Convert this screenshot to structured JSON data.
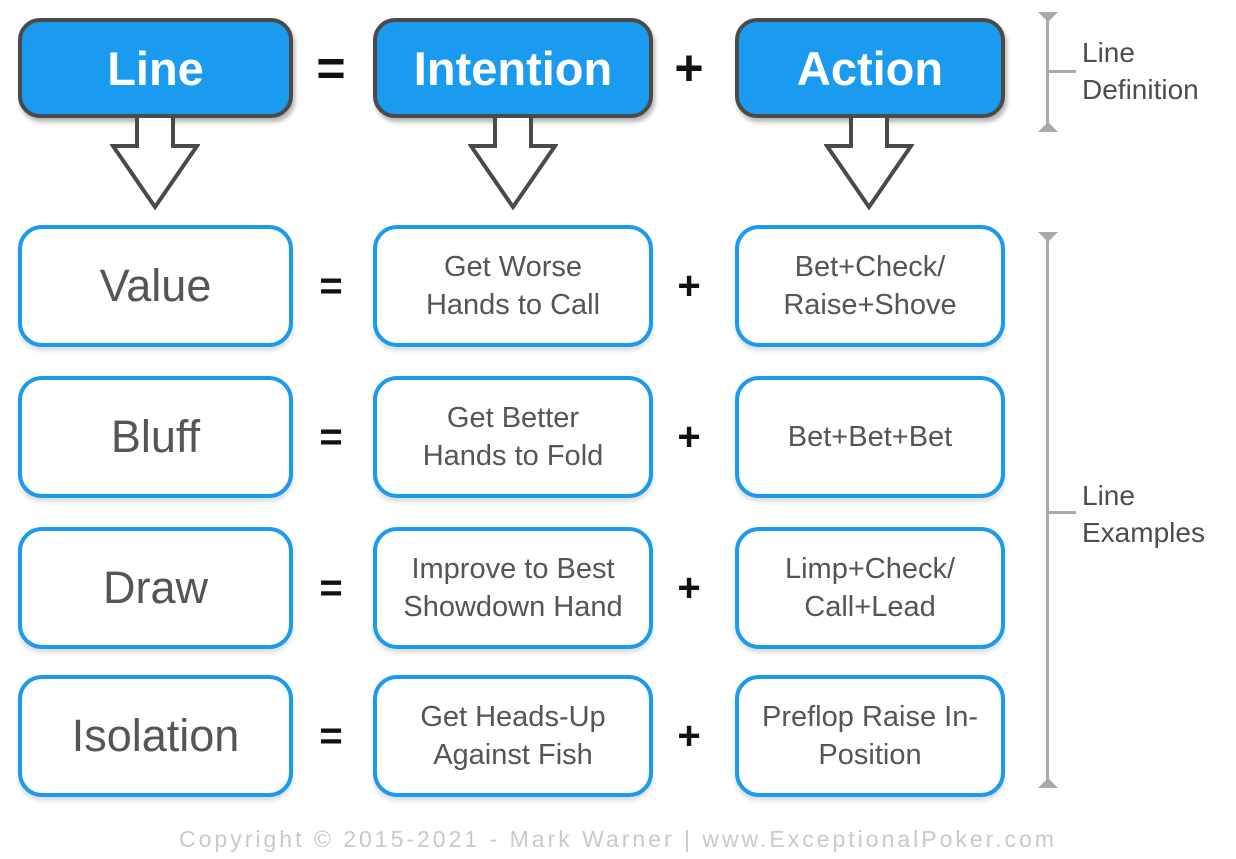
{
  "header": {
    "boxes": [
      {
        "label": "Line"
      },
      {
        "label": "Intention"
      },
      {
        "label": "Action"
      }
    ]
  },
  "operators": {
    "equals": "=",
    "plus": "+"
  },
  "rows": [
    {
      "line": "Value",
      "intention_lines": [
        "Get Worse",
        "Hands to Call"
      ],
      "action_lines": [
        "Bet+Check/",
        "Raise+Shove"
      ]
    },
    {
      "line": "Bluff",
      "intention_lines": [
        "Get Better",
        "Hands to Fold"
      ],
      "action_lines": [
        "Bet+Bet+Bet"
      ]
    },
    {
      "line": "Draw",
      "intention_lines": [
        "Improve to Best",
        "Showdown Hand"
      ],
      "action_lines": [
        "Limp+Check/",
        "Call+Lead"
      ]
    },
    {
      "line": "Isolation",
      "intention_lines": [
        "Get Heads-Up",
        "Against Fish"
      ],
      "action_lines": [
        "Preflop Raise In-",
        "Position"
      ]
    }
  ],
  "annotations": {
    "definition": {
      "lines": [
        "Line",
        "Definition"
      ]
    },
    "examples": {
      "lines": [
        "Line",
        "Examples"
      ]
    }
  },
  "footer": {
    "copyright": "Copyright © 2015-2021 - Mark Warner |  www.ExceptionalPoker.com"
  },
  "colors": {
    "accent_blue": "#1b9bf0",
    "border_dark": "#4a4a4a",
    "text_gray": "#555555",
    "bracket_gray": "#aaaaaa",
    "footer_gray": "#c9c9c9"
  }
}
